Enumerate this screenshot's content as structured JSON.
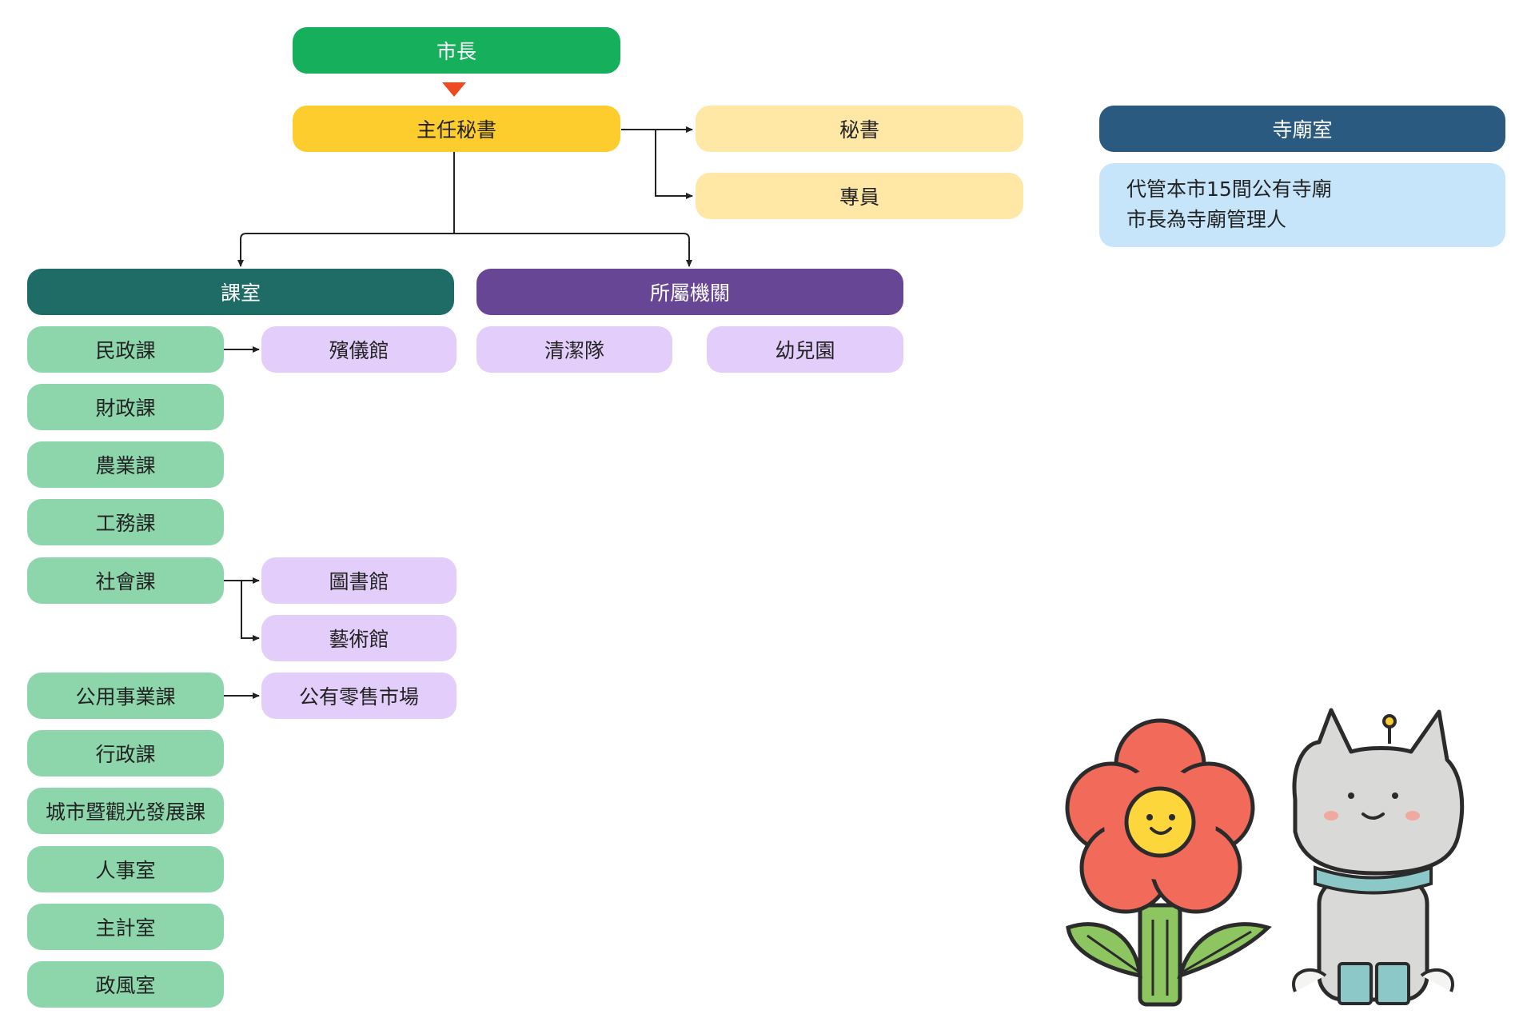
{
  "mayor": "市長",
  "chief_secretary": "主任秘書",
  "secretary": "秘書",
  "specialist": "專員",
  "temple_office": {
    "title": "寺廟室",
    "lines": [
      "代管本市15間公有寺廟",
      "市長為寺廟管理人"
    ]
  },
  "sections": {
    "title": "課室",
    "items": {
      "civil": "民政課",
      "finance": "財政課",
      "agriculture": "農業課",
      "public_works": "工務課",
      "social": "社會課",
      "utilities": "公用事業課",
      "administration": "行政課",
      "tourism": "城市暨觀光發展課",
      "personnel": "人事室",
      "accounting": "主計室",
      "ethics": "政風室"
    },
    "sub_units": {
      "funeral_hall": "殯儀館",
      "library": "圖書館",
      "art_gallery": "藝術館",
      "market": "公有零售市場"
    }
  },
  "agencies": {
    "title": "所屬機關",
    "items": [
      "清潔隊",
      "幼兒園"
    ]
  },
  "colors": {
    "mayor": "#16b05d",
    "chief_secretary": "#fdcc2d",
    "staff": "#ffe8a6",
    "temple_head": "#2b5a80",
    "temple_body": "#c6e5fb",
    "sections_head": "#1f6b66",
    "agencies_head": "#674696",
    "section": "#8dd6ac",
    "sub_unit": "#e3cdfa",
    "arrow_accent": "#f04a23"
  },
  "illustration": [
    "flower-mascot",
    "cat-mascot"
  ]
}
